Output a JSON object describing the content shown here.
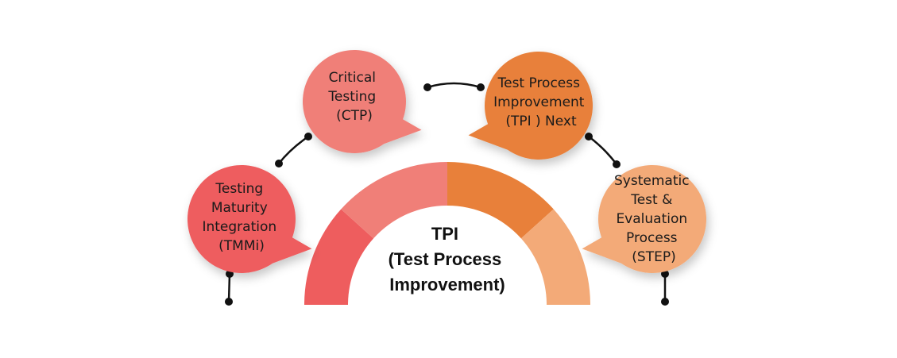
{
  "center": {
    "lines": [
      "TPI",
      "(Test Process",
      "Improvement)"
    ]
  },
  "bubbles": [
    {
      "id": "tmmi",
      "lines": [
        "Testing",
        "Maturity",
        "Integration",
        "(TMMi)"
      ],
      "color": "#EE5D5E"
    },
    {
      "id": "ctp",
      "lines": [
        "Critical",
        "Testing",
        "(CTP)"
      ],
      "color": "#F07F78"
    },
    {
      "id": "tpi-next",
      "lines": [
        "Test Process",
        "Improvement",
        "(TPI ) Next"
      ],
      "color": "#E8803A"
    },
    {
      "id": "step",
      "lines": [
        "Systematic",
        "Test &",
        "Evaluation",
        "Process",
        "(STEP)"
      ],
      "color": "#F3AA78"
    }
  ],
  "arc_segments": [
    {
      "id": "seg-1",
      "color": "#EE5D5E"
    },
    {
      "id": "seg-2",
      "color": "#F07F78"
    },
    {
      "id": "seg-3",
      "color": "#E8803A"
    },
    {
      "id": "seg-4",
      "color": "#F3AA78"
    }
  ],
  "connector_color": "#111111"
}
